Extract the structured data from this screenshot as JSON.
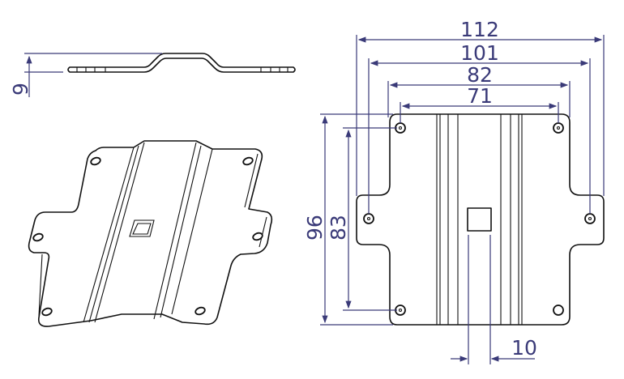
{
  "drawing": {
    "title": "Mounting plate technical drawing",
    "side_view": {
      "height_dim": "9"
    },
    "top_view": {
      "width_dims": [
        "112",
        "101",
        "82",
        "71"
      ],
      "height_dims": [
        "96",
        "83"
      ],
      "slot_dim": "10"
    },
    "colors": {
      "outline": "#111111",
      "dimension": "#3a3a78"
    }
  }
}
